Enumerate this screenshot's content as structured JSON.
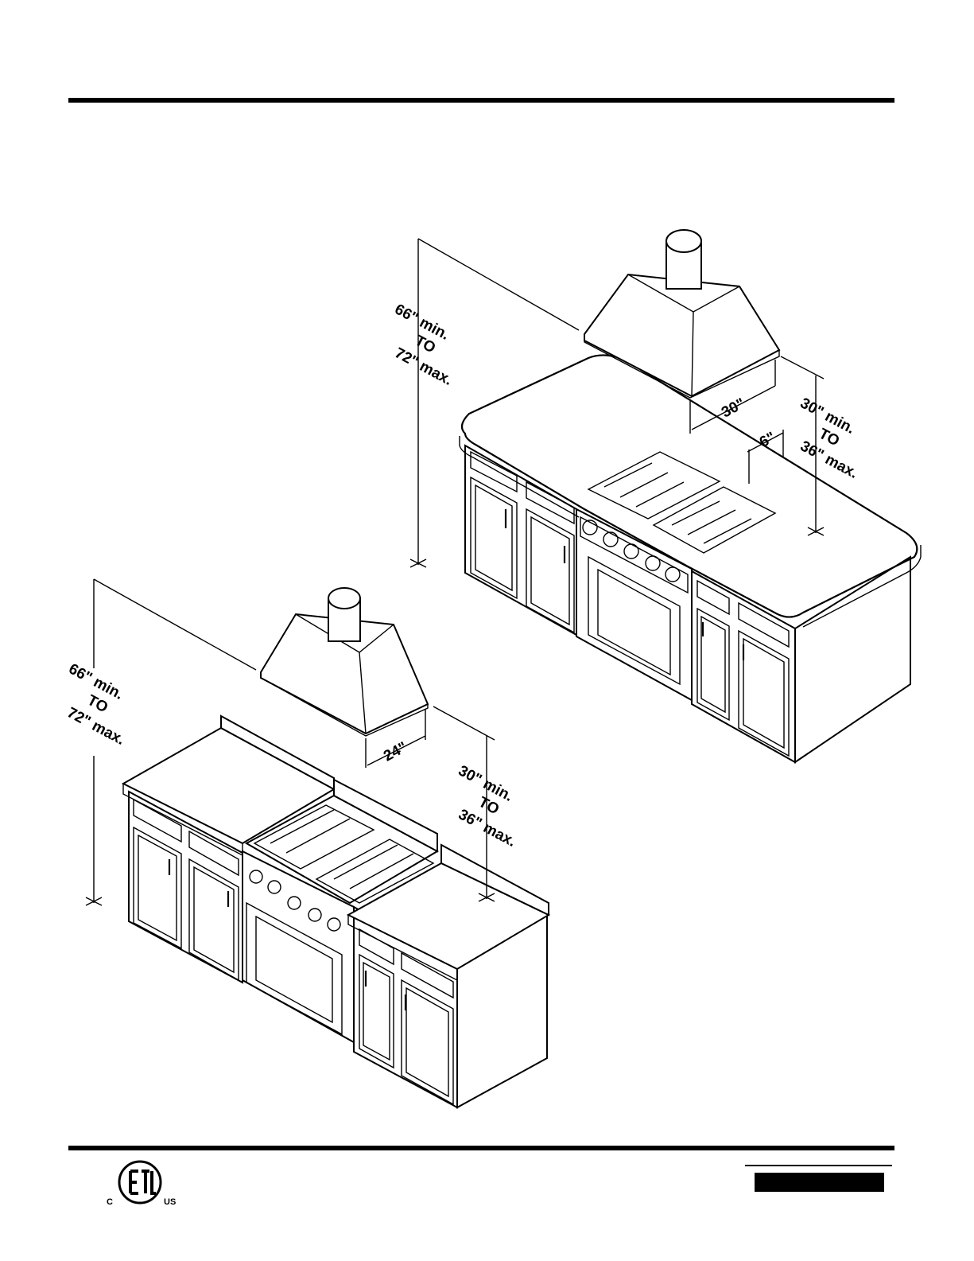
{
  "upper_island": {
    "height_label": [
      "66\" min.",
      "TO",
      "72\" max."
    ],
    "clearance_label": [
      "30\" min.",
      "TO",
      "36\" max."
    ],
    "hood_depth_label": "30\"",
    "offset_label": "6\""
  },
  "lower_island": {
    "height_label": [
      "66\" min.",
      "TO",
      "72\" max."
    ],
    "clearance_label": [
      "30\" min.",
      "TO",
      "36\" max."
    ],
    "hood_depth_label": "24\""
  },
  "footer": {
    "logo_name": "etl-listed-mark-icon",
    "logo_text": [
      "C",
      "US"
    ]
  }
}
